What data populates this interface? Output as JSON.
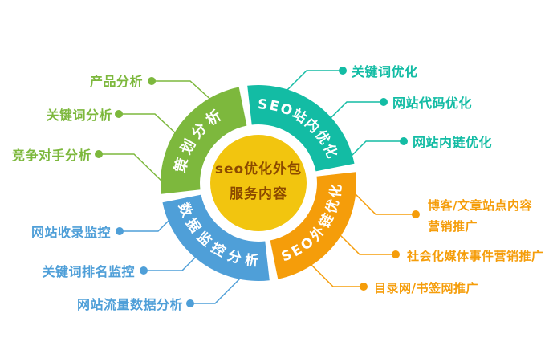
{
  "diagram": {
    "center": {
      "line1": "seo优化外包",
      "line2": "服务内容"
    },
    "segments": [
      {
        "label": "策划分析",
        "color": "#7db83d"
      },
      {
        "label": "SEO站内优化",
        "color": "#13bca4"
      },
      {
        "label": "SEO外链优化",
        "color": "#f59d0a"
      },
      {
        "label": "数据监控分析",
        "color": "#4f9fd8"
      }
    ],
    "colors": {
      "green": "#7db83d",
      "teal": "#13bca4",
      "blue": "#4f9fd8",
      "orange": "#f59d0a",
      "hub_fill": "#f2c50f",
      "hub_text": "#8c4a00"
    },
    "callouts": {
      "green": [
        {
          "text": "产品分析"
        },
        {
          "text": "关键词分析"
        },
        {
          "text": "竞争对手分析"
        }
      ],
      "teal": [
        {
          "text": "关键词优化"
        },
        {
          "text": "网站代码优化"
        },
        {
          "text": "网站内链优化"
        }
      ],
      "blue": [
        {
          "text": "网站收录监控"
        },
        {
          "text": "关键词排名监控"
        },
        {
          "text": "网站流量数据分析"
        }
      ],
      "orange": [
        {
          "text": "博客/文章站点内容",
          "text2": "营销推广"
        },
        {
          "text": "社会化媒体事件营销推广"
        },
        {
          "text": "目录网/书签网推广"
        }
      ]
    }
  }
}
